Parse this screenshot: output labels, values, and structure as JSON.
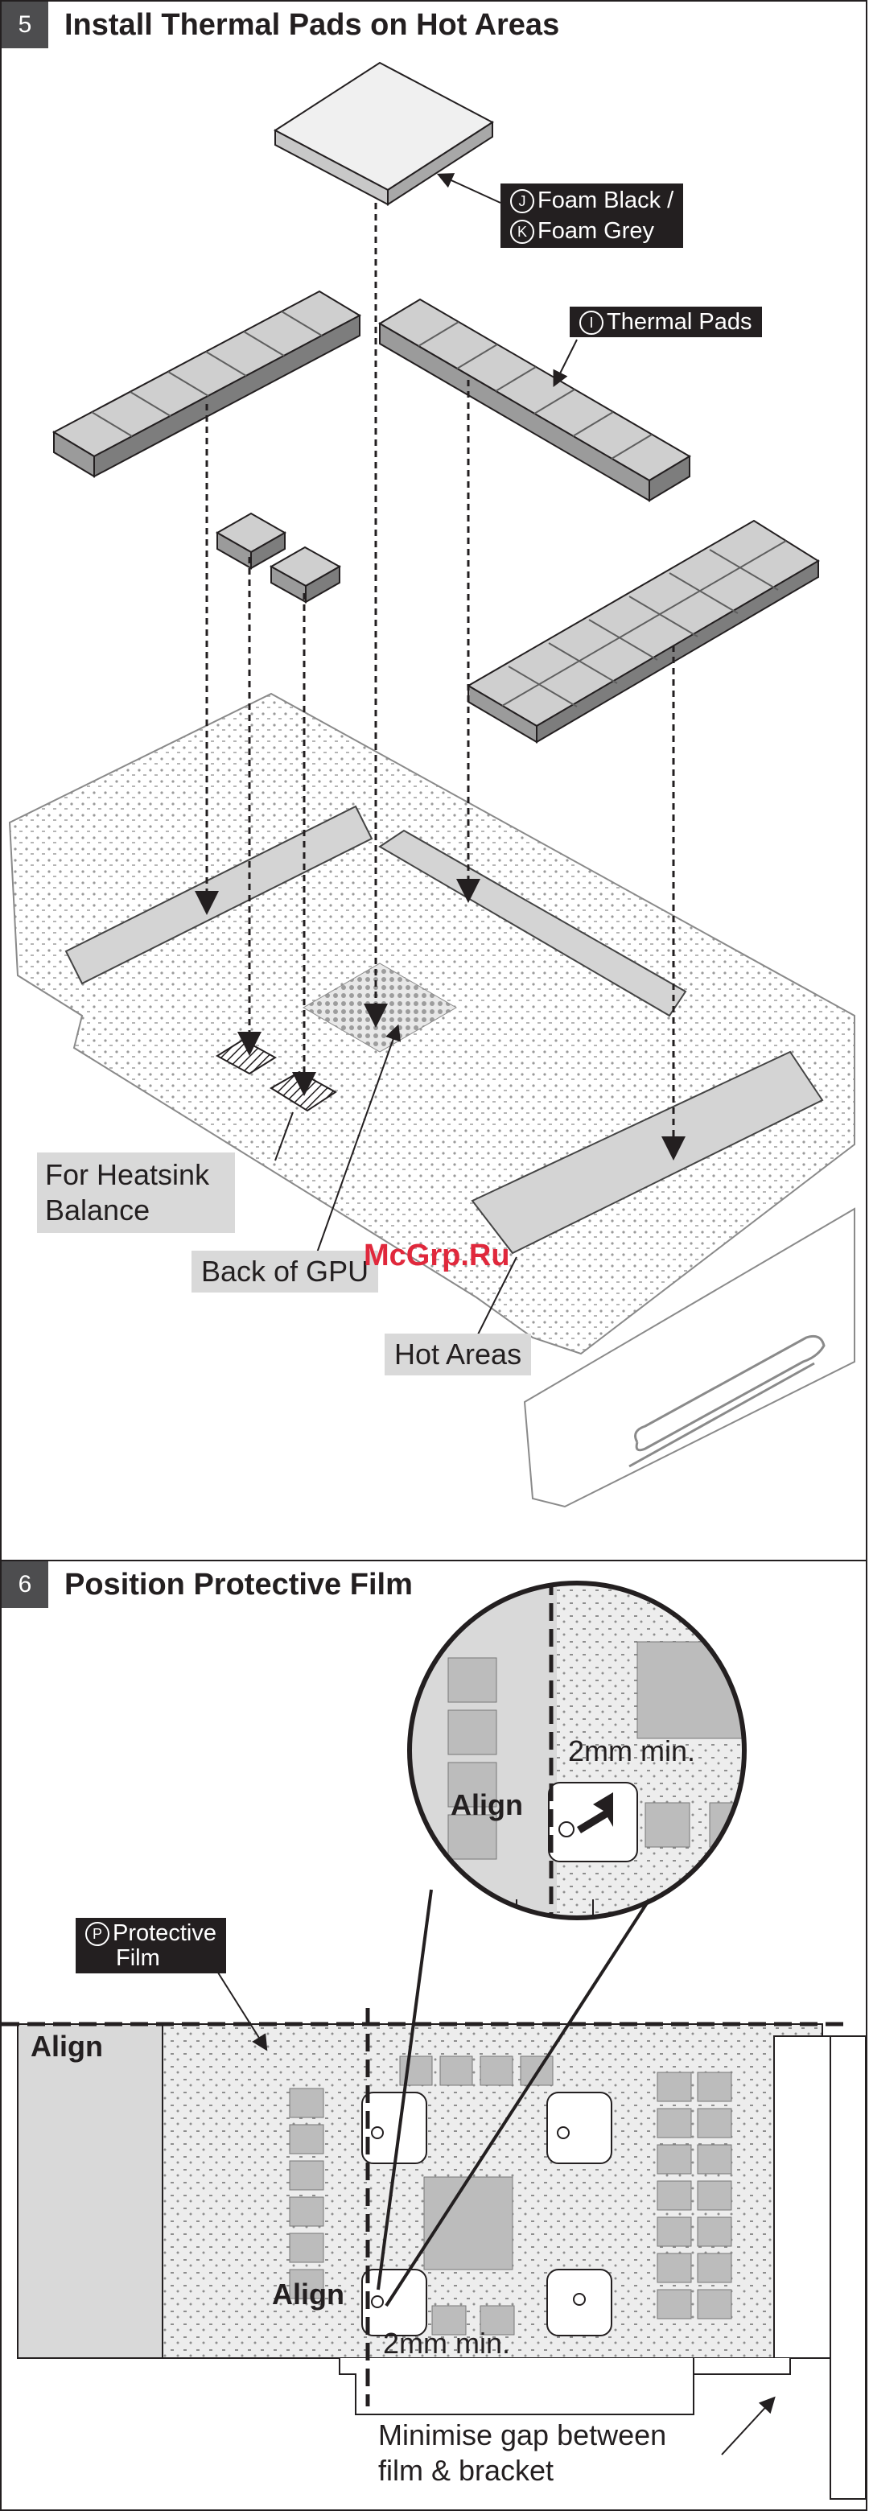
{
  "section5": {
    "number": "5",
    "title": "Install Thermal Pads on Hot Areas",
    "labels": {
      "foam_letter_j": "J",
      "foam_line1": "Foam Black /",
      "foam_letter_k": "K",
      "foam_line2": "Foam Grey",
      "thermal_letter": "I",
      "thermal_pads": "Thermal Pads",
      "heatsink_line1": "For Heatsink",
      "heatsink_line2": "Balance",
      "back_of_gpu": "Back of GPU",
      "hot_areas": "Hot Areas"
    },
    "watermark": "McGrp.Ru"
  },
  "section6": {
    "number": "6",
    "title": "Position Protective Film",
    "labels": {
      "film_letter": "P",
      "film_line1": "Protective",
      "film_line2": "Film",
      "align_left": "Align",
      "align_zoom": "Align",
      "align_card": "Align",
      "gap_zoom": "2mm min.",
      "gap_card": "2mm min.",
      "minimise_line1": "Minimise gap between",
      "minimise_line2": "film & bracket"
    }
  }
}
